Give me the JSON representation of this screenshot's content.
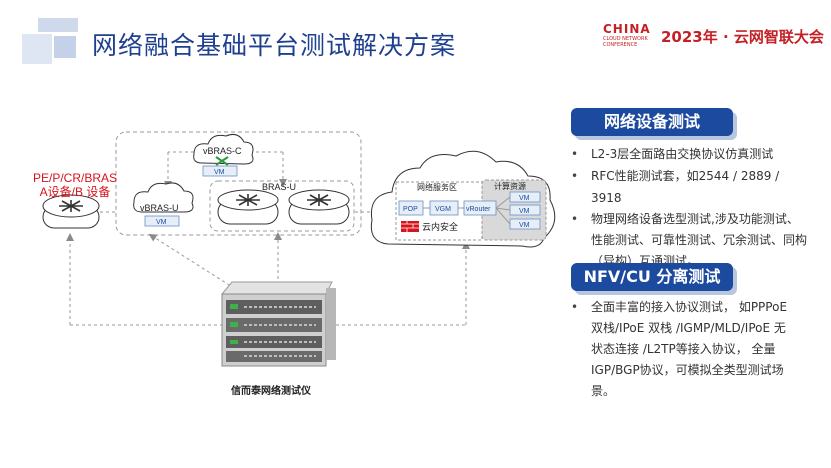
{
  "header": {
    "title": "网络融合基础平台测试解决方案",
    "logo": {
      "china": "CHINA",
      "sub1": "CLOUD NETWORK",
      "sub2": "CONFERENCE",
      "event": "2023年 · 云网智联大会"
    }
  },
  "sections": {
    "network_test": {
      "title": "网络设备测试",
      "bullets": [
        "L2-3层全面路由交换协议仿真测试",
        "RFC性能测试套，如2544 / 2889 / 3918",
        "物理网络设备选型测试,涉及功能测试、性能测试、可靠性测试、冗余测试、同构（异构）互通测试。"
      ]
    },
    "nfv_test": {
      "title": "NFV/CU 分离测试",
      "bullets": [
        "全面丰富的接入协议测试， 如PPPoE双栈/IPoE 双栈 /IGMP/MLD/IPoE  无状态连接 /L2TP等接入协议，  全量IGP/BGP协议，可模拟全类型测试场景。"
      ]
    }
  },
  "diagram": {
    "pe_label_line1": "PE/P/CR/BRAS",
    "pe_label_line2": "A设备/B 设备",
    "vbras_c": "vBRAS-C",
    "vm": "VM",
    "bras_u": "BRAS-U",
    "vbras_u": "vBRAS-U",
    "network_service_area": "网络服务区",
    "compute_resources": "计算资源",
    "pop": "POP",
    "vgm": "VGM",
    "vrouter": "vRouter",
    "cloud_security": "云内安全",
    "instrument_label": "信而泰网络测试仪"
  },
  "colors": {
    "title_blue": "#1f3f8f",
    "pill_blue": "#1c4a9f",
    "red_label": "#d6141b",
    "logo_red": "#c42127"
  }
}
